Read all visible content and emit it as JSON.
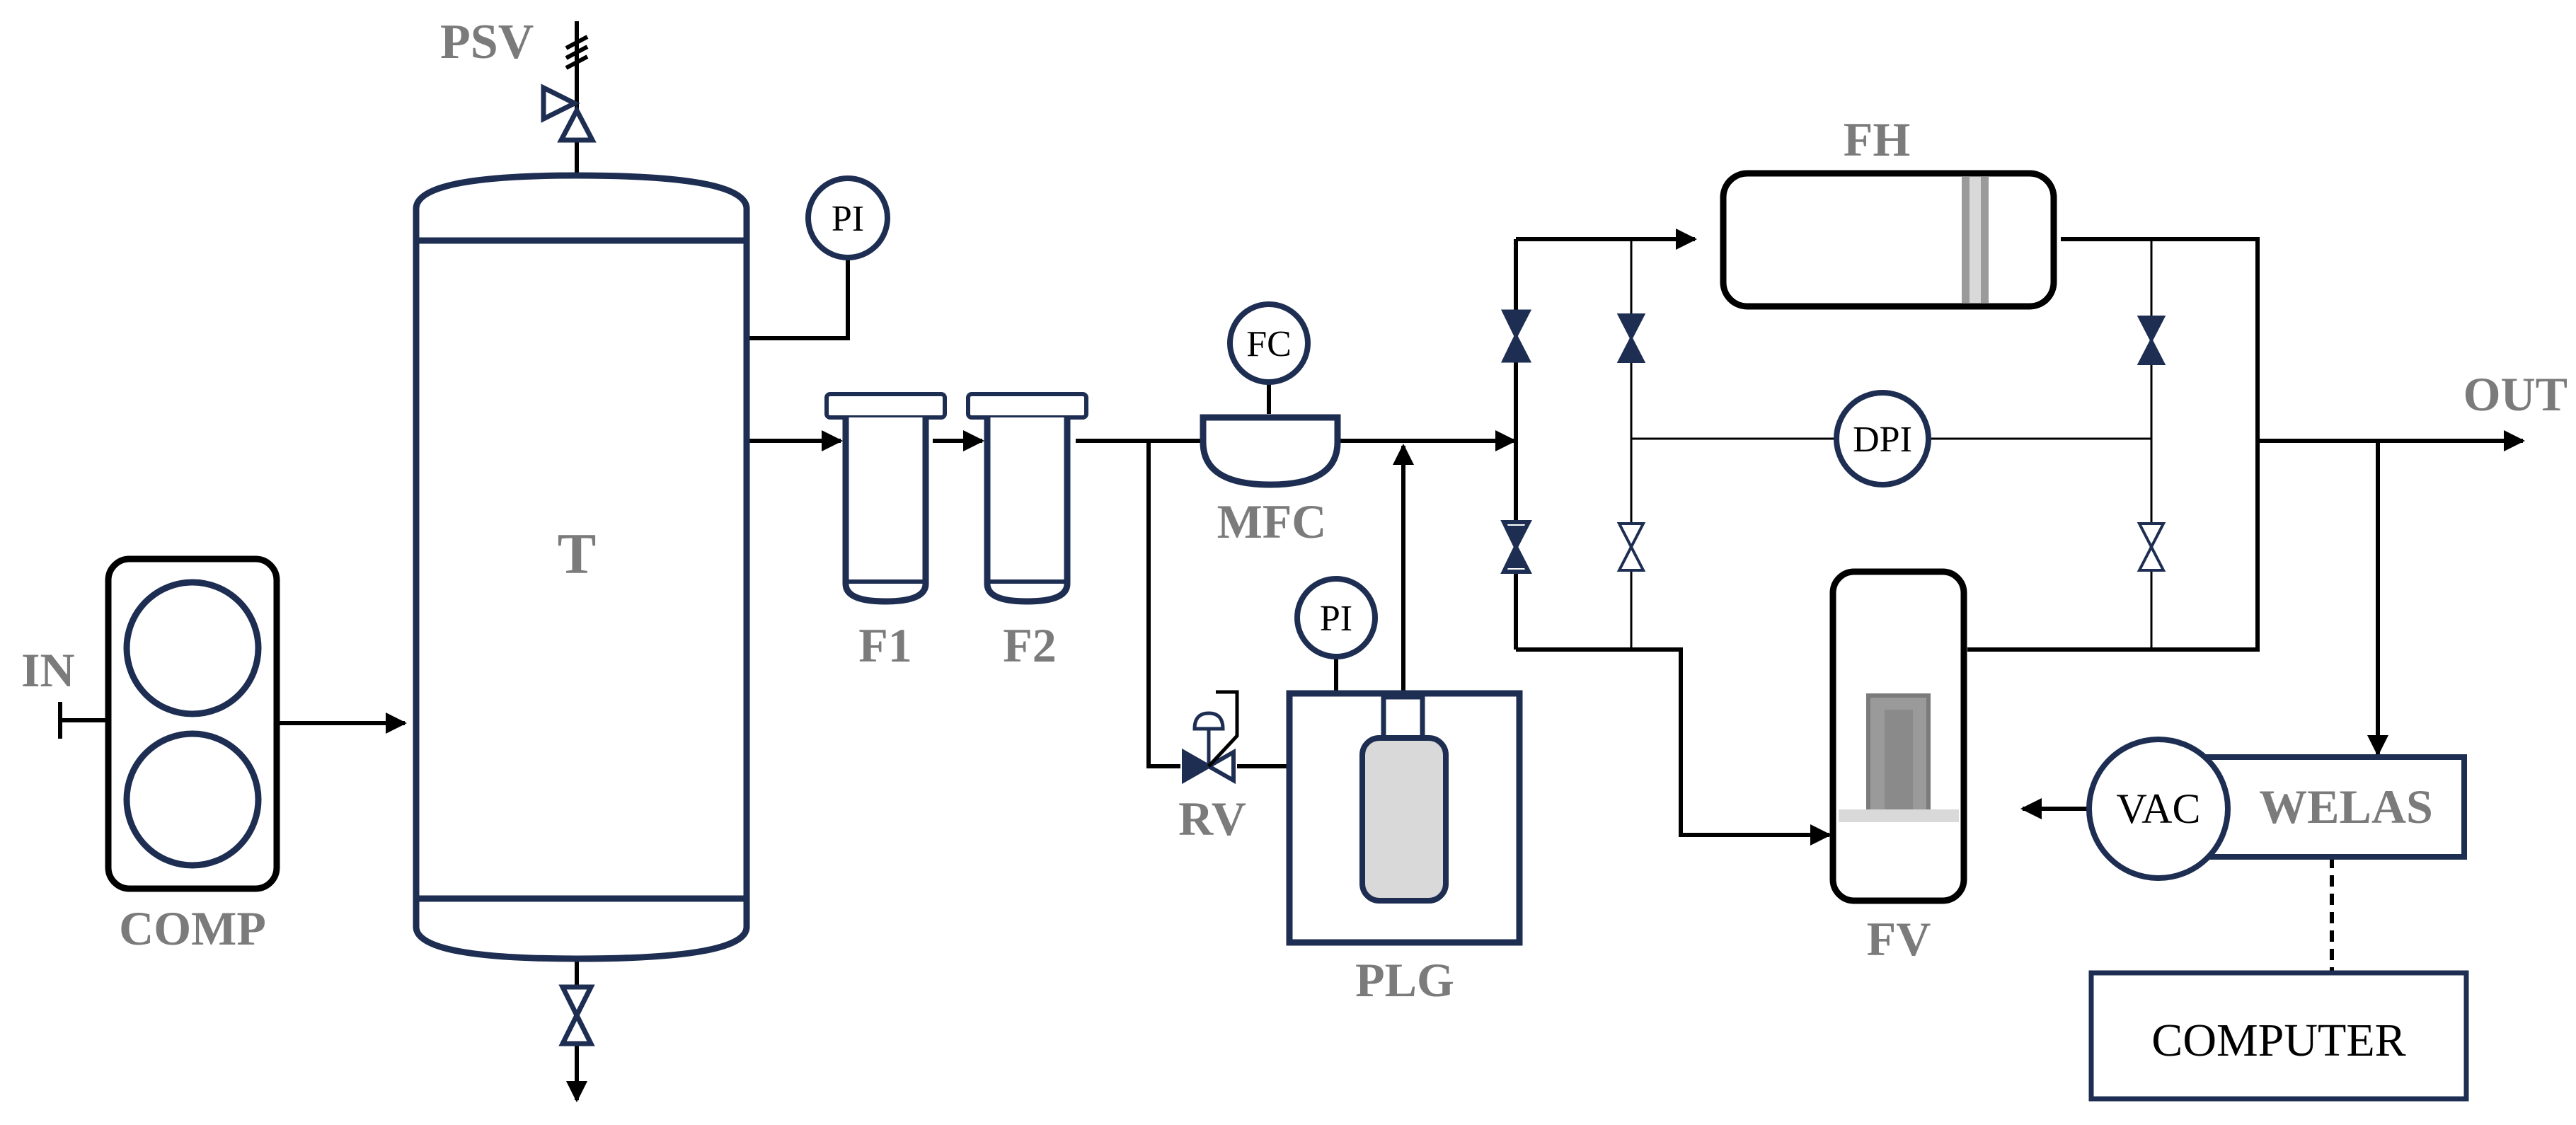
{
  "labels": {
    "psv": "PSV",
    "pi_tank": "PI",
    "tank": "T",
    "inlet": "IN",
    "compressor": "COMP",
    "filter1": "F1",
    "filter2": "F2",
    "fc": "FC",
    "mfc": "MFC",
    "rv": "RV",
    "pi_plg": "PI",
    "plg": "PLG",
    "fh": "FH",
    "dpi": "DPI",
    "outlet": "OUT",
    "fv": "FV",
    "vac": "VAC",
    "welas": "WELAS",
    "computer": "COMPUTER"
  },
  "colors": {
    "equipment": "#1d2e52",
    "line": "#000000",
    "label_gray": "#7b7b7b",
    "fill_gray": "#d9d9d9",
    "fill_dark_gray": "#9a9a9a"
  }
}
